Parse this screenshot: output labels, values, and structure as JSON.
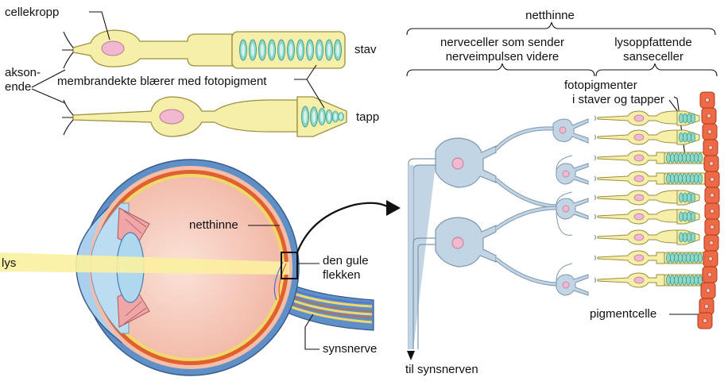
{
  "labels": {
    "cellekropp": "cellekropp",
    "stav": "stav",
    "membrandekte": "membrandekte blærer med fotopigment",
    "akson_1": "akson-",
    "akson_2": "ende",
    "tapp": "tapp",
    "lys": "lys",
    "netthinne_eye": "netthinne",
    "gule_1": "den gule",
    "gule_2": "flekken",
    "synsnerve": "synsnerve",
    "netthinne_top": "netthinne",
    "nerveceller_1": "nerveceller som sender",
    "nerveceller_2": "nerveimpulsen videre",
    "lysopp_1": "lysoppfattende",
    "lysopp_2": "sanseceller",
    "fotopig_1": "fotopigmenter",
    "fotopig_2": "i staver og tapper",
    "pigmentcelle": "pigmentcelle",
    "til_synsnerven": "til synsnerven"
  },
  "colors": {
    "cell_fill": "#f6efaa",
    "cell_stroke": "#9c8f3e",
    "nucleus": "#f2b8cf",
    "disc": "#8fd8c9",
    "eye_outer": "#5e8fc7",
    "eye_inner": "#f4c1b3",
    "retina_yellow": "#f1d86a",
    "retina_red": "#e0612f",
    "light_beam": "#fbf1a0",
    "neuron": "#c2d5e4",
    "pigment": "#ee6a45"
  }
}
